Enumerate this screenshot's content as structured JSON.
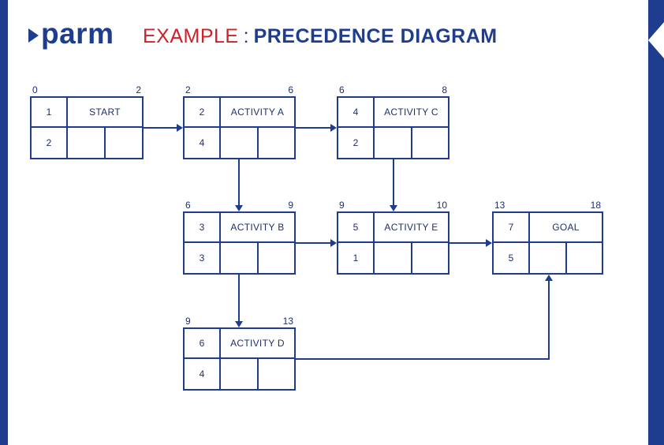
{
  "theme": {
    "navy": "#1e3d8f",
    "red": "#d02028"
  },
  "header": {
    "logo": "parm",
    "title_prefix": "EXAMPLE",
    "title_separator": ":",
    "title_main": "PRECEDENCE DIAGRAM"
  },
  "nodes": [
    {
      "key": "start",
      "es": "0",
      "ef": "2",
      "id": "1",
      "label": "START",
      "duration": "2"
    },
    {
      "key": "activity-a",
      "es": "2",
      "ef": "6",
      "id": "2",
      "label": "ACTIVITY A",
      "duration": "4"
    },
    {
      "key": "activity-c",
      "es": "6",
      "ef": "8",
      "id": "4",
      "label": "ACTIVITY C",
      "duration": "2"
    },
    {
      "key": "activity-b",
      "es": "6",
      "ef": "9",
      "id": "3",
      "label": "ACTIVITY B",
      "duration": "3"
    },
    {
      "key": "activity-e",
      "es": "9",
      "ef": "10",
      "id": "5",
      "label": "ACTIVITY E",
      "duration": "1"
    },
    {
      "key": "goal",
      "es": "13",
      "ef": "18",
      "id": "7",
      "label": "GOAL",
      "duration": "5"
    },
    {
      "key": "activity-d",
      "es": "9",
      "ef": "13",
      "id": "6",
      "label": "ACTIVITY D",
      "duration": "4"
    }
  ],
  "edges": [
    {
      "from": "start",
      "to": "activity-a"
    },
    {
      "from": "activity-a",
      "to": "activity-c"
    },
    {
      "from": "activity-a",
      "to": "activity-b"
    },
    {
      "from": "activity-c",
      "to": "activity-e"
    },
    {
      "from": "activity-b",
      "to": "activity-e"
    },
    {
      "from": "activity-e",
      "to": "goal"
    },
    {
      "from": "activity-b",
      "to": "activity-d"
    },
    {
      "from": "activity-d",
      "to": "goal"
    }
  ]
}
